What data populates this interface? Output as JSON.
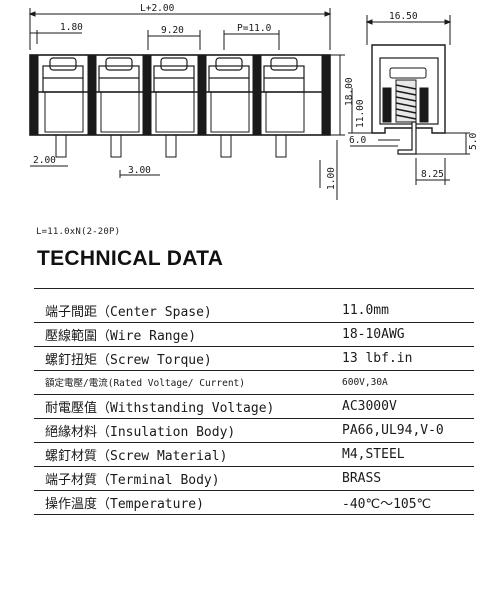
{
  "front_view": {
    "overall_length": "L+2.00",
    "edge_offset": "1.80",
    "barrier_width": "9.20",
    "pitch": "P=11.0",
    "pin_offset": "2.00",
    "pin_gap": "3.00",
    "height": "18.00",
    "pin_width": "1.00"
  },
  "side_view": {
    "depth": "16.50",
    "terminal_height": "11.00",
    "bottom_height": "6.0",
    "pin_length": "5.0",
    "pin_row_spacing": "8.25"
  },
  "formula": "L=11.0xN(2-20P)",
  "title": "TECHNICAL DATA",
  "rows": [
    {
      "label": "端子間距（Center Spase)",
      "value": "11.0mm"
    },
    {
      "label": "壓線範圍（Wire Range)",
      "value": "18-10AWG"
    },
    {
      "label": "螺釘扭矩（Screw Torque)",
      "value": "13 lbf.in"
    },
    {
      "label": "額定電壓/電流(Rated Voltage/ Current)",
      "value": "600V,30A"
    },
    {
      "label": "耐電壓值（Withstanding Voltage)",
      "value": "AC3000V"
    },
    {
      "label": "絕緣材料（Insulation Body)",
      "value": "PA66,UL94,V-0"
    },
    {
      "label": "螺釘材質（Screw Material)",
      "value": "M4,STEEL"
    },
    {
      "label": "端子材質（Terminal Body)",
      "value": "BRASS"
    },
    {
      "label": "操作溫度（Temperature)",
      "value": "-40℃～105℃"
    }
  ]
}
